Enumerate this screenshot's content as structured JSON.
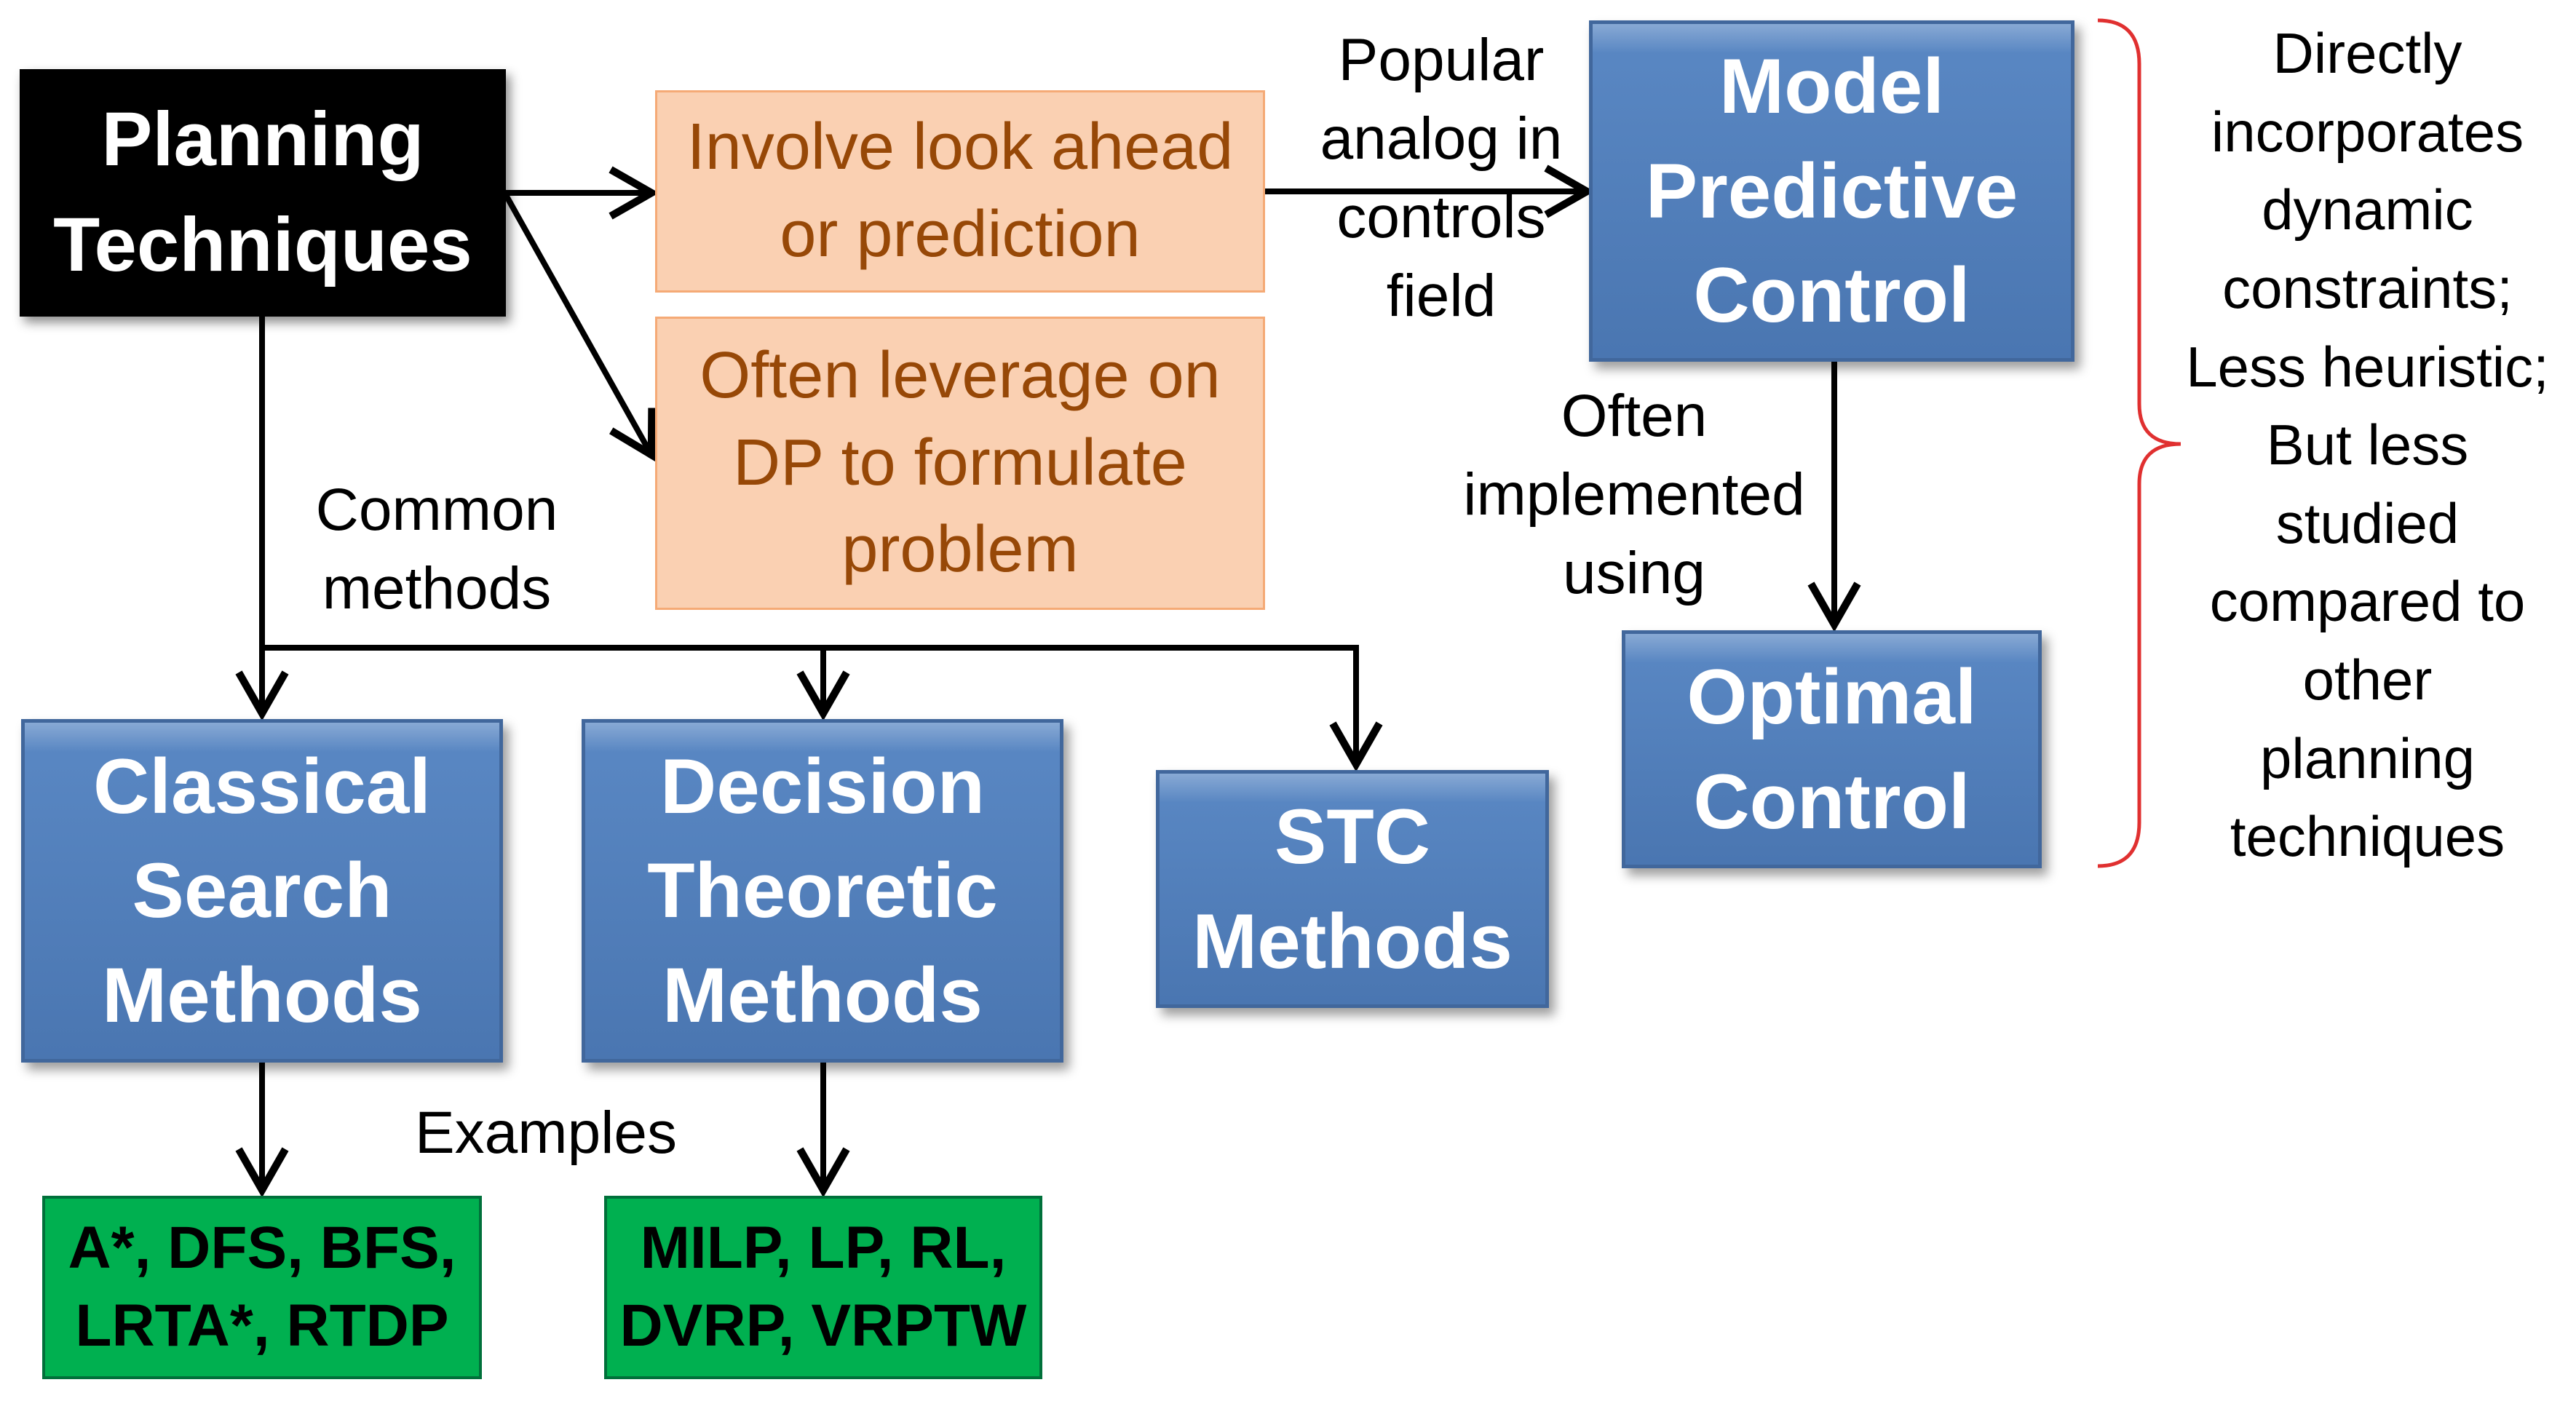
{
  "nodes": {
    "planning": "Planning\nTechniques",
    "lookahead": "Involve look ahead\nor prediction",
    "dp": "Often leverage on\nDP to formulate\nproblem",
    "mpc": "Model\nPredictive\nControl",
    "optimal": "Optimal\nControl",
    "classical": "Classical\nSearch\nMethods",
    "decision": "Decision\nTheoretic\nMethods",
    "stc": "STC\nMethods",
    "classical_examples": "A*, DFS, BFS,\nLRTA*, RTDP",
    "decision_examples": "MILP, LP, RL,\nDVRP, VRPTW"
  },
  "labels": {
    "popular": "Popular\nanalog in\ncontrols\nfield",
    "common": "Common\nmethods",
    "implemented": "Often\nimplemented\nusing",
    "examples": "Examples",
    "mpc_note": "Directly\nincorporates\ndynamic\nconstraints;\nLess heuristic;\nBut less\nstudied\ncompared to\nother\nplanning\ntechniques"
  },
  "colors": {
    "blue_box": "#4f81bd",
    "orange_box": "#fbd5b5",
    "orange_text": "#974806",
    "green_box": "#00b050",
    "bracket": "#e03030"
  }
}
